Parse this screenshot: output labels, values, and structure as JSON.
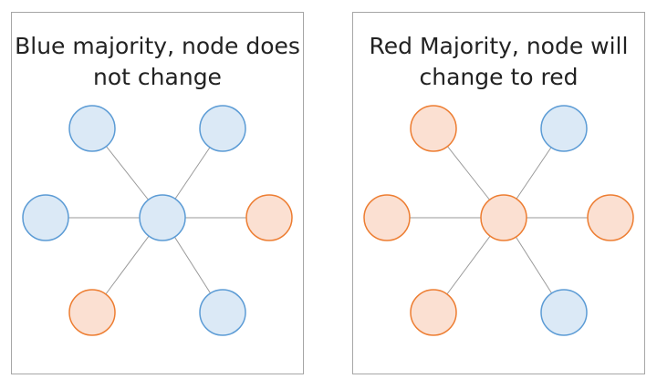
{
  "colors": {
    "blue_fill": "#dbe9f6",
    "blue_stroke": "#5b9bd5",
    "red_fill": "#fbe0d2",
    "red_stroke": "#ed7d31",
    "edge": "#9a9a9a",
    "border": "#a6a6a6"
  },
  "panels": [
    {
      "id": "left",
      "title": "Blue majority, node does\nnot change",
      "center_color": "blue",
      "neighbors": [
        "blue",
        "blue",
        "blue",
        "red",
        "red",
        "blue"
      ]
    },
    {
      "id": "right",
      "title": "Red Majority, node will\nchange to red",
      "center_color": "red",
      "neighbors": [
        "red",
        "blue",
        "red",
        "red",
        "red",
        "blue"
      ]
    }
  ]
}
